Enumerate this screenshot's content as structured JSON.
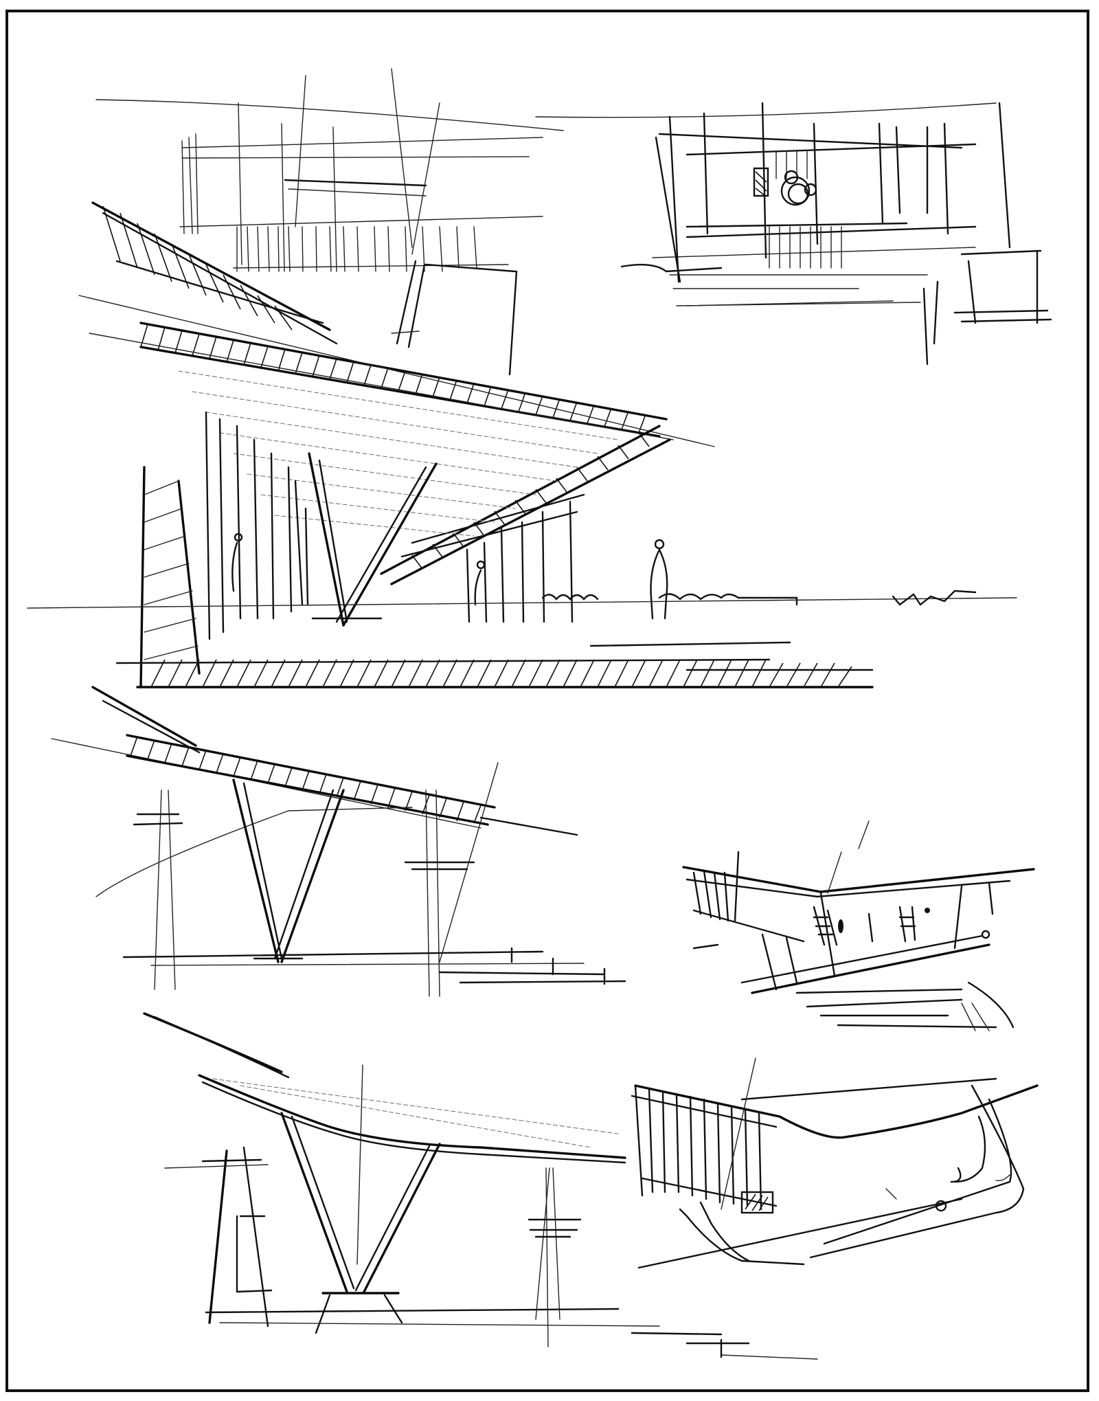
{
  "document": {
    "type": "architectural-pen-sketch",
    "medium": "black ink on white paper",
    "frame": {
      "border_color": "#111111",
      "background": "#ffffff"
    },
    "text_content": []
  },
  "vignettes": [
    {
      "id": "perspective-canopy",
      "label": "Perspective view under a cantilevered V-shaped roof canopy with hatched fascia, columns, human figures and hatched ground plane"
    },
    {
      "id": "elevation-block",
      "label": "Small elevation of a rectilinear building with a circular ornament and vertical fins"
    },
    {
      "id": "section-v-column",
      "label": "Section of a sloped hatched roof slab on a V-shaped column pair with masts"
    },
    {
      "id": "small-perspective",
      "label": "Small perspective of a bent-roof pavilion with ladders and figures"
    },
    {
      "id": "curved-canopy",
      "label": "Long curved canopy on V-columns flowing into a sculptural loop structure"
    }
  ],
  "colors": {
    "ink": "#111111",
    "paper": "#ffffff",
    "faint": "#777777"
  }
}
